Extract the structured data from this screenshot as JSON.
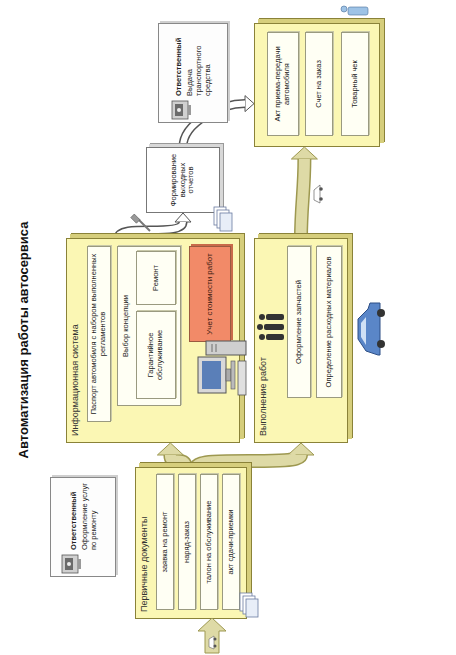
{
  "diagram": {
    "title": "Автоматизация работы автосервиса",
    "nodes": [
      {
        "text": [
          "Ответственный",
          "Оформление услуг по ремонту"
        ]
      },
      {
        "text": [
          "Первичные документы"
        ]
      },
      {
        "text": [
          "заявка на ремонт"
        ],
        "in": 1
      },
      {
        "text": [
          "наряд-заказ"
        ],
        "in": 1
      },
      {
        "text": [
          "талон на обслуживание"
        ],
        "in": 1
      },
      {
        "text": [
          "акт сдачи-приемки"
        ],
        "in": 1
      },
      {
        "text": [
          "Информационная система"
        ]
      },
      {
        "text": [
          "Паспорт автомобиля с набором выполненных регламентов"
        ],
        "in": 6
      },
      {
        "text": [
          "Выбор концепции"
        ],
        "in": 6
      },
      {
        "text": [
          "Гарантийное обслуживание"
        ],
        "in": 8
      },
      {
        "text": [
          "Ремонт"
        ],
        "in": 8
      },
      {
        "text": [
          "Учет стоимости работ"
        ],
        "in": 6
      },
      {
        "text": [
          "Выполнение работ"
        ]
      },
      {
        "text": [
          "Оформление запчастей"
        ],
        "in": 12
      },
      {
        "text": [
          "Определение расходных материалов"
        ],
        "in": 12
      },
      {
        "text": [
          "Формирование выходных отчетов"
        ]
      },
      {
        "text": [
          "Ответственный",
          "Выдача транспортного средства"
        ]
      },
      {
        "text": []
      },
      {
        "text": [
          "Акт приема-передачи автомобиля"
        ],
        "in": 17
      },
      {
        "text": [
          "Счет на заказ"
        ],
        "in": 17
      },
      {
        "text": [
          "Товарный чек"
        ],
        "in": 17
      }
    ],
    "edges": [
      {
        "from": 1,
        "to": 6,
        "arrow": "to"
      },
      {
        "from": 1,
        "to": 12,
        "arrow": "to"
      },
      {
        "from": 6,
        "to": 15,
        "arrow": "to"
      },
      {
        "from": 15,
        "to": 17,
        "arrow": "to"
      },
      {
        "from": 12,
        "to": 17,
        "arrow": "to"
      }
    ]
  }
}
